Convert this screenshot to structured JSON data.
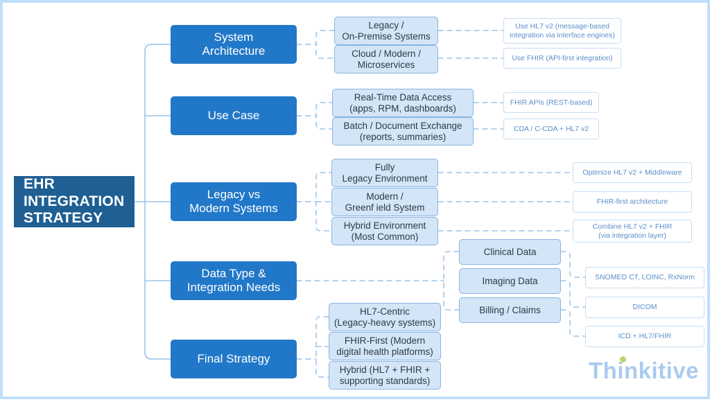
{
  "frame": {
    "border_color": "#bfdefb",
    "background": "#ffffff"
  },
  "palette": {
    "root_fill": "#1f5f94",
    "category_fill": "#2278c8",
    "sub_fill": "#d3e5f7",
    "sub_border": "#8ab4e0",
    "leaf_fill": "#ffffff",
    "leaf_border": "#c5ddf3",
    "leaf_text": "#5b8fc9",
    "connector": "#9cc3e8",
    "logo_text": "#a9cbee",
    "logo_dot": "#b9d66a"
  },
  "root": {
    "label": "EHR\nINTEGRATION\nSTRATEGY"
  },
  "branches": [
    {
      "id": "system-architecture",
      "label": "System\nArchitecture",
      "children": [
        {
          "label": "Legacy /\nOn-Premise Systems",
          "leaf": "Use HL7 v2 (message-based\nintegration via interface engines)"
        },
        {
          "label": "Cloud / Modern /\nMicroservices",
          "leaf": "Use FHIR (API-first integration)"
        }
      ]
    },
    {
      "id": "use-case",
      "label": "Use Case",
      "children": [
        {
          "label": "Real-Time Data Access\n(apps, RPM, dashboards)",
          "leaf": "FHIR APIs (REST-based)"
        },
        {
          "label": "Batch / Document Exchange\n(reports, summaries)",
          "leaf": "CDA / C-CDA + HL7 v2"
        }
      ]
    },
    {
      "id": "legacy-vs-modern-systems",
      "label": "Legacy vs\nModern Systems",
      "children": [
        {
          "label": "Fully\nLegacy Environment",
          "leaf": "Optimize HL7 v2 + Middleware"
        },
        {
          "label": "Modern /\nGreenf ield System",
          "leaf": "FHIR-first architecture"
        },
        {
          "label": "Hybrid Environment\n(Most Common)",
          "leaf": "Combine HL7 v2 + FHIR\n(via integration layer)"
        }
      ]
    },
    {
      "id": "data-type-integration-needs",
      "label": "Data Type &\nIntegration Needs",
      "children": [
        {
          "label": "Clinical Data",
          "leaf": "SNOMED CT, LOINC, RxNorm"
        },
        {
          "label": "Imaging Data",
          "leaf": "DICOM"
        },
        {
          "label": "Billing / Claims",
          "leaf": "ICD + HL7/FHIR"
        }
      ]
    },
    {
      "id": "final-strategy",
      "label": "Final Strategy",
      "children": [
        {
          "label": "HL7-Centric\n(Legacy-heavy systems)",
          "leaf": null
        },
        {
          "label": "FHIR-First (Modern\ndigital health platforms)",
          "leaf": null
        },
        {
          "label": "Hybrid (HL7 + FHIR +\nsupporting standards)",
          "leaf": null
        }
      ]
    }
  ],
  "logo": {
    "text_before": "Th",
    "text_after": "nkitive",
    "dotted_letter": "i"
  }
}
